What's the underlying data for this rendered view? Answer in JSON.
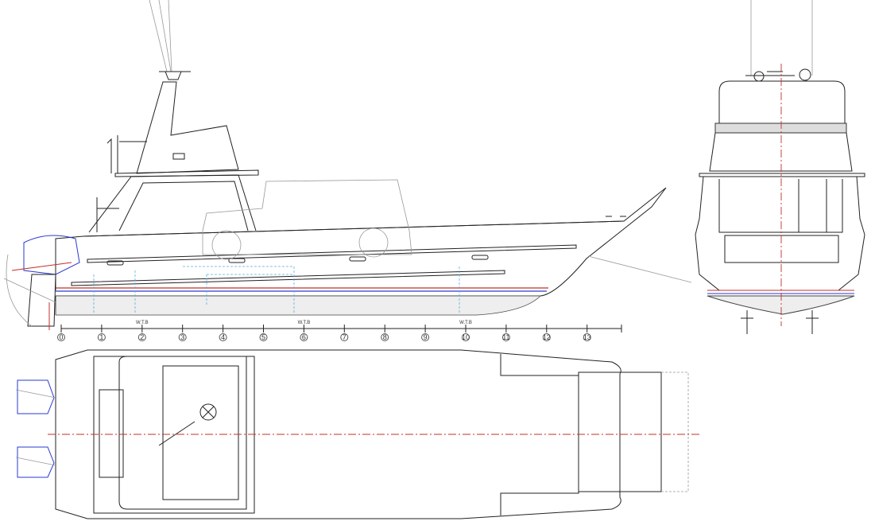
{
  "drawing": {
    "views": [
      "side-profile",
      "stern-elevation",
      "deck-plan"
    ],
    "frame_scale": {
      "frames": [
        "0",
        "1",
        "2",
        "3",
        "4",
        "5",
        "6",
        "7",
        "8",
        "9",
        "10",
        "11",
        "12",
        "13"
      ],
      "watertight_bulkheads": [
        {
          "frame": 2,
          "label": "W.T.B"
        },
        {
          "frame": 6,
          "label": "W.T.B"
        },
        {
          "frame": 10,
          "label": "W.T.B"
        }
      ]
    },
    "colors": {
      "line": "#222222",
      "centerline": "#c0302a",
      "waterline_blue": "#2a3ad0",
      "tank_dashed": "#5ab0d8",
      "vehicle_ghost": "#999999"
    }
  }
}
